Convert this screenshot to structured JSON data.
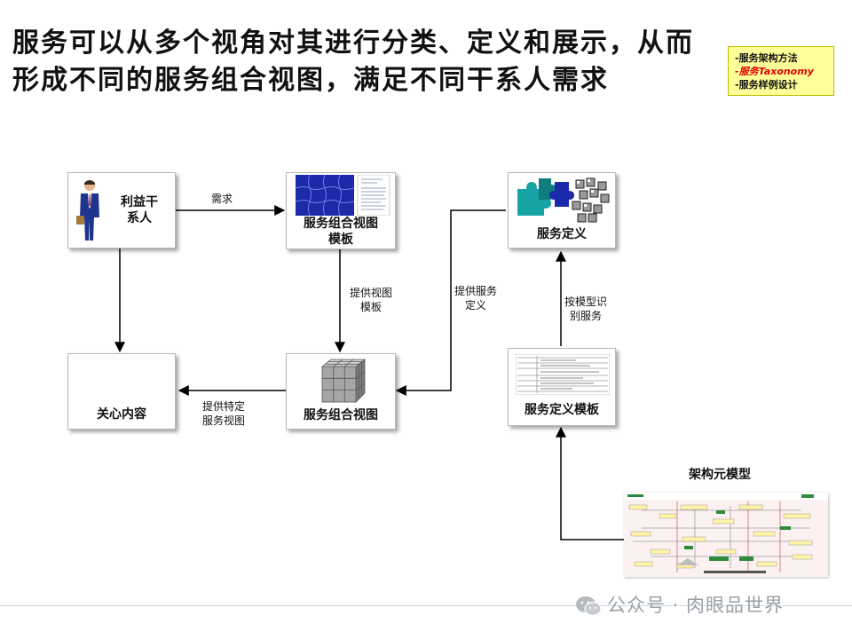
{
  "title": "服务可以从多个视角对其进行分类、定义和展示，从而形成不同的服务组合视图，满足不同干系人需求",
  "nav": {
    "item1": "-服务架构方法",
    "item2_prefix": "-",
    "item2_cn": "服务",
    "item2_en": "Taxonomy",
    "item3": "-服务样例设计"
  },
  "nodes": {
    "stakeholder": "利益干\n系人",
    "concern": "关心内容",
    "template": "服务组合视图\n模板",
    "view": "服务组合视图",
    "definition": "服务定义",
    "def_template": "服务定义模板",
    "metamodel": "架构元模型"
  },
  "edges": {
    "demand": "需求",
    "provide_template": "提供视图\n模板",
    "provide_specific": "提供特定\n服务视图",
    "provide_service_def": "提供服务\n定义",
    "identify_by_model": "按模型识\n别服务"
  },
  "watermark": "公众号 · 肉眼品世界",
  "colors": {
    "arrow": "#000000",
    "nav_bg": "#ffff99",
    "nav_active": "#e00000",
    "puzzle": "#1b2aa8",
    "cube": "#9a9a9a",
    "teal": "#17a3a3"
  },
  "icons": {
    "stakeholder": "businessman-icon",
    "template": "puzzle-document-icon",
    "view": "grey-cube-icon",
    "definition": "puzzle-pieces-and-cubes-icon",
    "def_template": "form-document-icon",
    "watermark": "wechat-icon"
  }
}
